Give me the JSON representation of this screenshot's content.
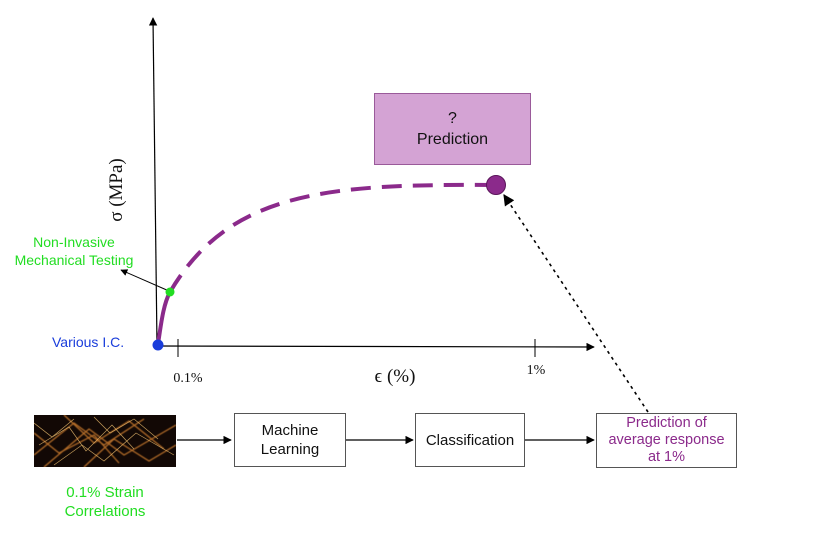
{
  "axes": {
    "y_label": "σ (MPa)",
    "x_label": "ϵ (%)",
    "x_ticks": [
      "0.1%",
      "1%"
    ]
  },
  "annotations": {
    "non_invasive": "Non-Invasive\nMechanical Testing",
    "various_ic": "Various I.C.",
    "prediction_box_q": "?",
    "prediction_box_label": "Prediction"
  },
  "flow": {
    "strain_caption": "0.1% Strain\nCorrelations",
    "machine_learning": "Machine\nLearning",
    "classification": "Classification",
    "prediction_output": "Prediction of\naverage response\nat 1%"
  },
  "colors": {
    "green": "#22dd22",
    "blue": "#1a3ddb",
    "purple": "#8b2a8b",
    "box_fill": "#d4a3d4"
  }
}
